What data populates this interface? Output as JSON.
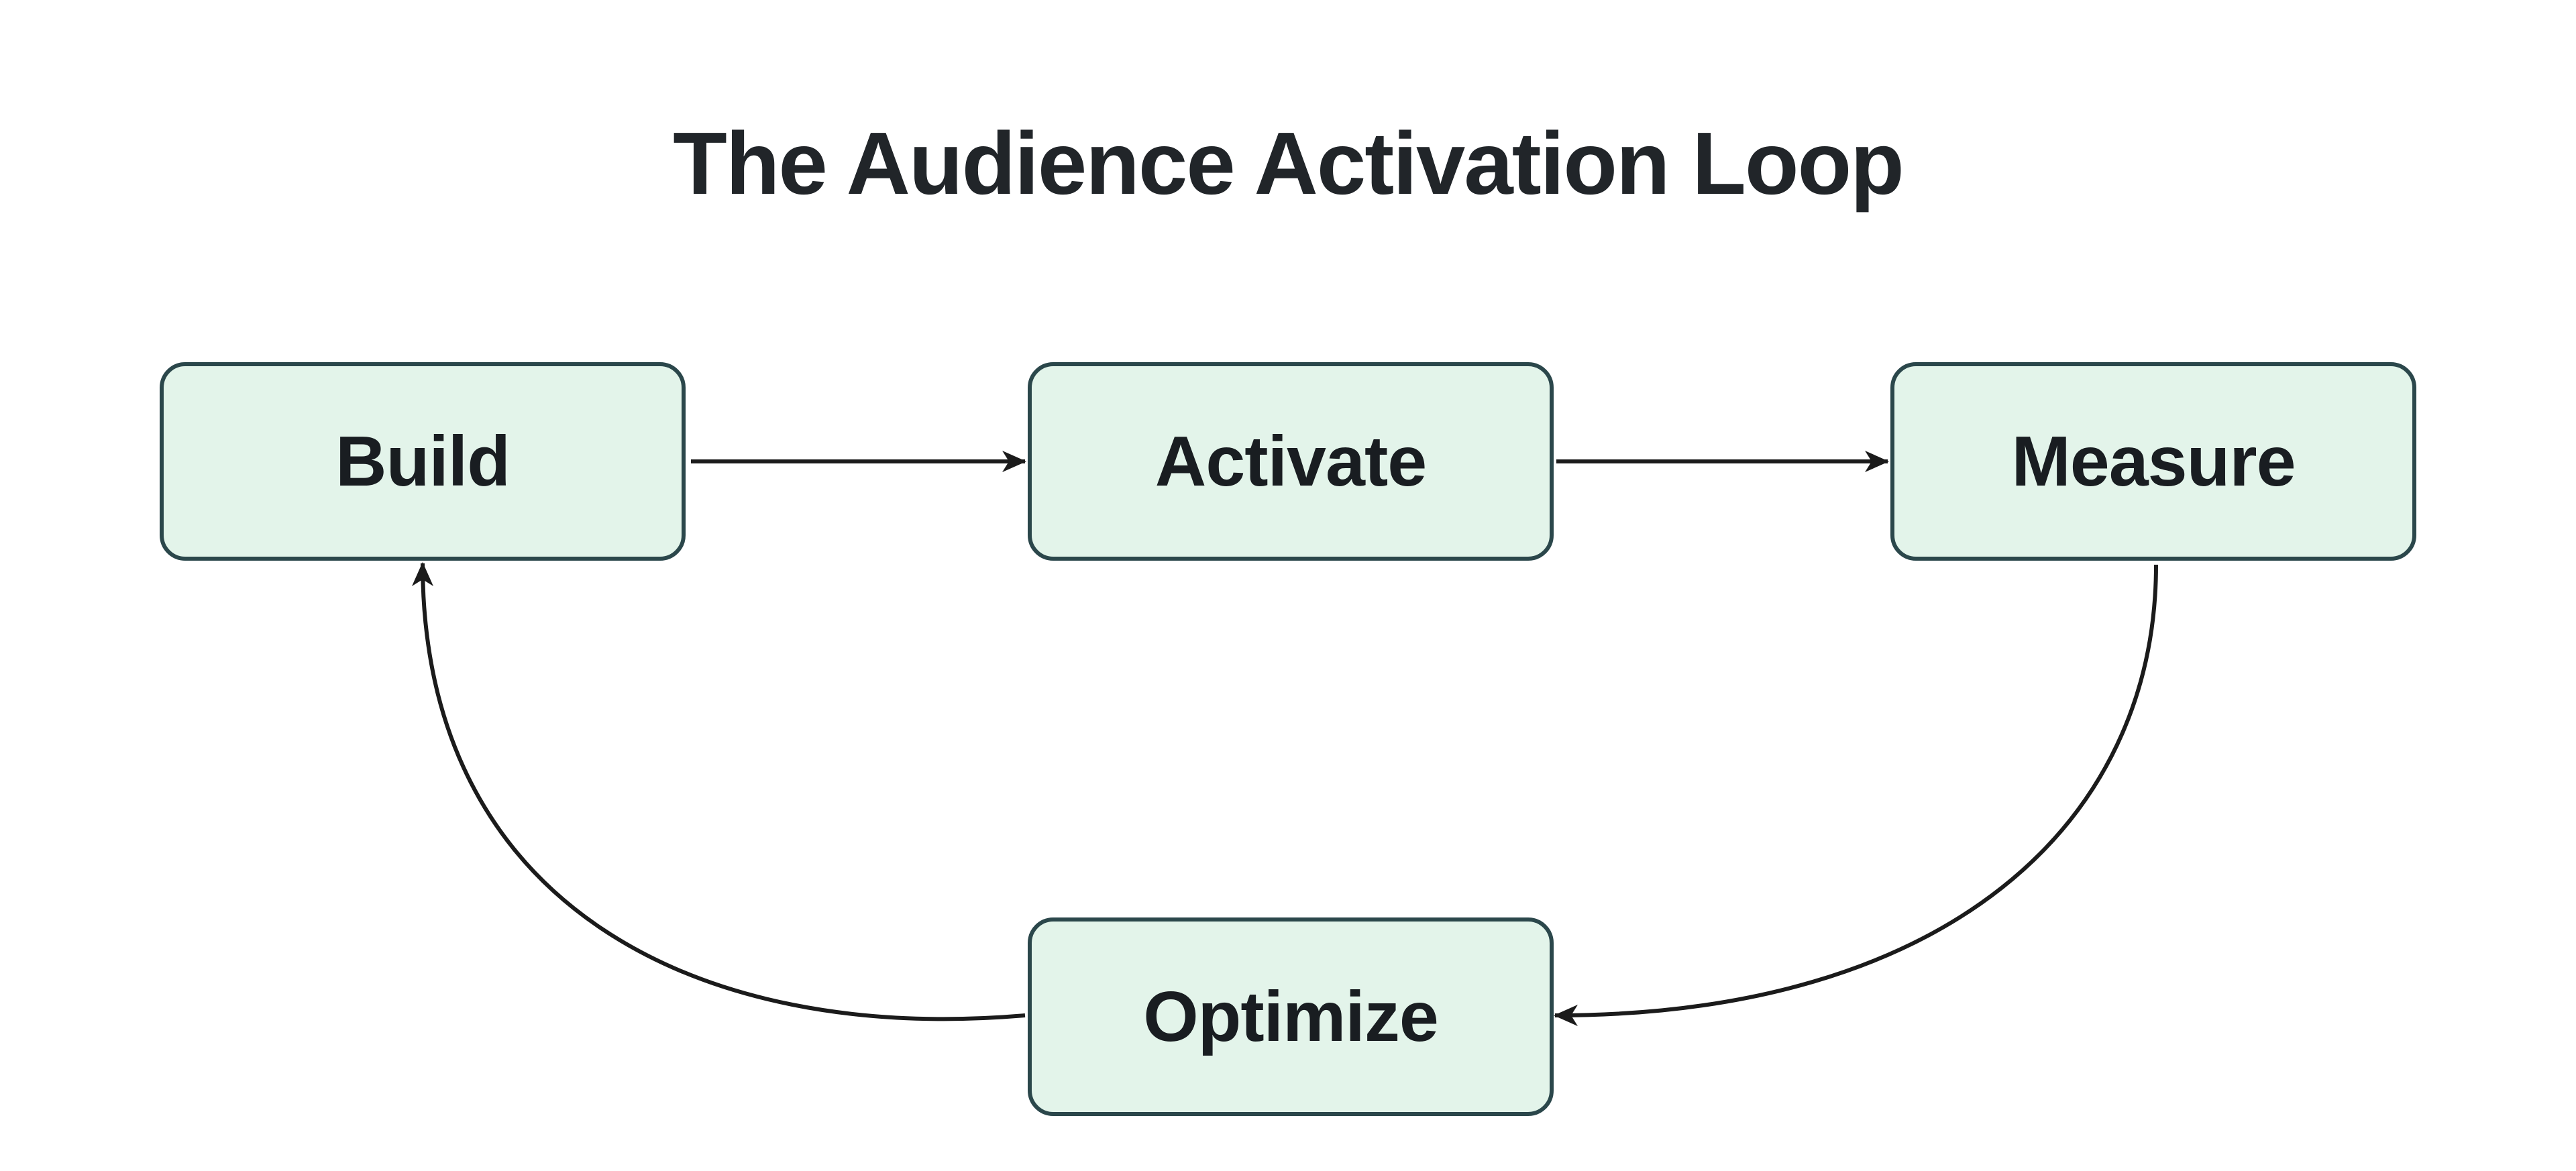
{
  "title": "The Audience Activation Loop",
  "diagram_type": "flowchart-loop",
  "nodes": [
    {
      "id": "build",
      "label": "Build"
    },
    {
      "id": "activate",
      "label": "Activate"
    },
    {
      "id": "measure",
      "label": "Measure"
    },
    {
      "id": "optimize",
      "label": "Optimize"
    }
  ],
  "edges": [
    {
      "from": "Build",
      "to": "Activate",
      "style": "straight"
    },
    {
      "from": "Activate",
      "to": "Measure",
      "style": "straight"
    },
    {
      "from": "Measure",
      "to": "Optimize",
      "style": "curved"
    },
    {
      "from": "Optimize",
      "to": "Build",
      "style": "curved"
    }
  ],
  "colors": {
    "background": "#ffffff",
    "node_fill": "#e3f4ea",
    "node_border": "#2b474b",
    "arrow": "#1b1b1b",
    "title_text": "#212529",
    "label_text": "#191d21"
  }
}
